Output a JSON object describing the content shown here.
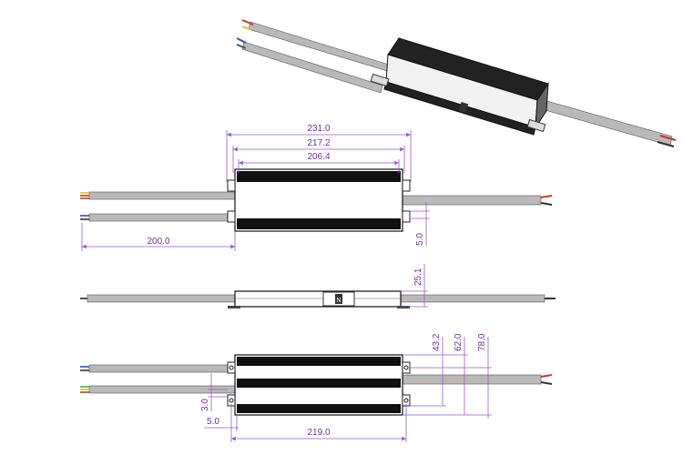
{
  "dimensions": {
    "top_overall": "231.0",
    "top_mid": "217.2",
    "top_inner": "206.4",
    "cable_length": "200.0",
    "offset_top_view": "5.0",
    "side_height": "25.1",
    "height_432": "43.2",
    "height_620": "62.0",
    "height_780": "78.0",
    "hole_offset": "3.0",
    "bottom_offset": "5.0",
    "mount_span": "219.0"
  },
  "labels": {
    "side_badge": "N"
  },
  "colors": {
    "dimension": "#9b59d0",
    "body": "#111111",
    "cable": "#b9b9b9",
    "red_wire": "#d0312d",
    "blue_wire": "#2a52be",
    "brown_wire": "#8b5a2b",
    "green_wire": "#4caf50",
    "yellow_wire": "#e0c020"
  }
}
